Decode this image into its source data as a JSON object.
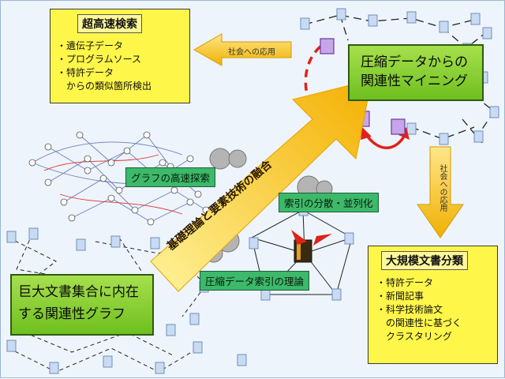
{
  "top_left_box": {
    "title": "超高速検索",
    "items": [
      "・遺伝子データ",
      "・プログラムソース",
      "・特許データ",
      "　からの類似箇所検出"
    ]
  },
  "top_right_box": {
    "line1": "圧縮データからの",
    "line2": "関連性マイニング"
  },
  "bottom_right_box": {
    "title": "大規模文書分類",
    "items": [
      "・特許データ",
      "・新聞記事",
      "・科学技術論文",
      "　の関連性に基づく",
      "　クラスタリング"
    ]
  },
  "bottom_left_box": {
    "line1": "巨大文書集合に内在",
    "line2": "する関連性グラフ"
  },
  "labels": {
    "graph_search": "グラフの高速探索",
    "index_parallel": "索引の分散・並列化",
    "compressed_index": "圧縮データ索引の理論",
    "fusion": "基礎理論と要素技術の融合",
    "social_left": "社会への応用",
    "social_right": "社会への応用"
  },
  "colors": {
    "yellow_box": "#fff64a",
    "green_box": "#7cc82a",
    "green_label": "#3cb96a",
    "big_arrow": "#f7b90f"
  }
}
